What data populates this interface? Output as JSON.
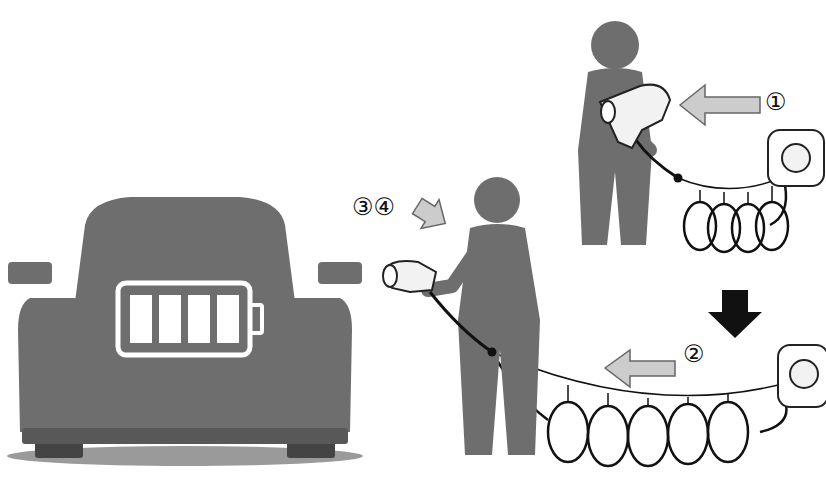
{
  "diagram": {
    "labels": [
      "①",
      "②",
      "③④"
    ]
  }
}
